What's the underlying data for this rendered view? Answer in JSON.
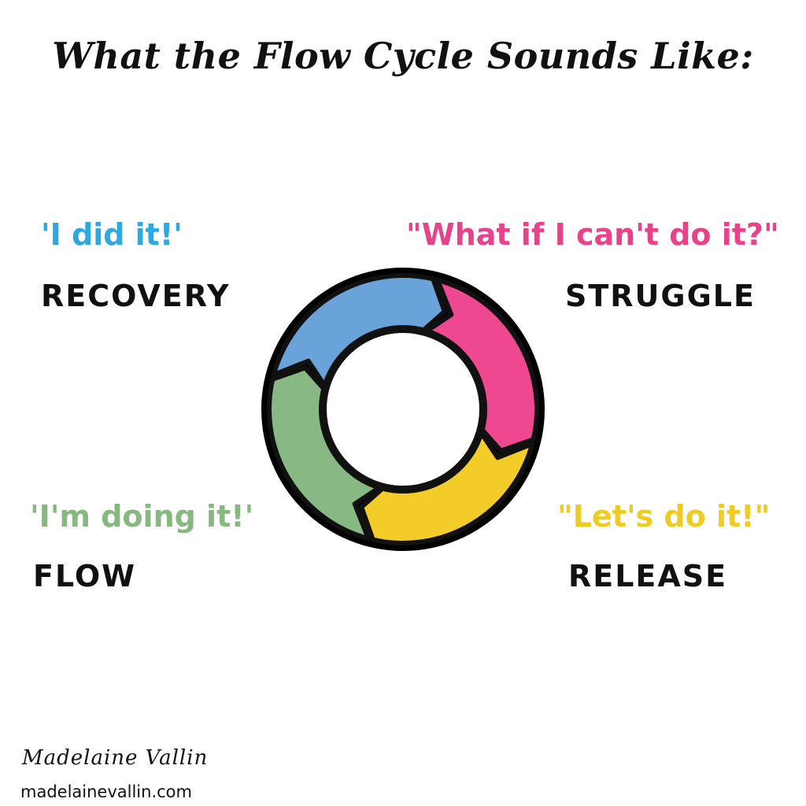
{
  "title": "What the Flow Cycle Sounds Like:",
  "stages": {
    "recovery": {
      "quote": "'I did it!'",
      "label": "RECOVERY",
      "color": "#2ea8e0",
      "segment_color": "#6aa3da"
    },
    "struggle": {
      "quote": "\"What if I can't do it?\"",
      "label": "STRUGGLE",
      "color": "#e8428a",
      "segment_color": "#ee4890"
    },
    "release": {
      "quote": "\"Let's do it!\"",
      "label": "RELEASE",
      "color": "#f0cb22",
      "segment_color": "#f4cc2a"
    },
    "flow": {
      "quote": "'I'm doing it!'",
      "label": "FLOW",
      "color": "#86b880",
      "segment_color": "#88b883"
    }
  },
  "cycle_icon": "circular-arrows-cycle-icon",
  "signature": "Madelaine Vallin",
  "website": "madelainevallin.com"
}
